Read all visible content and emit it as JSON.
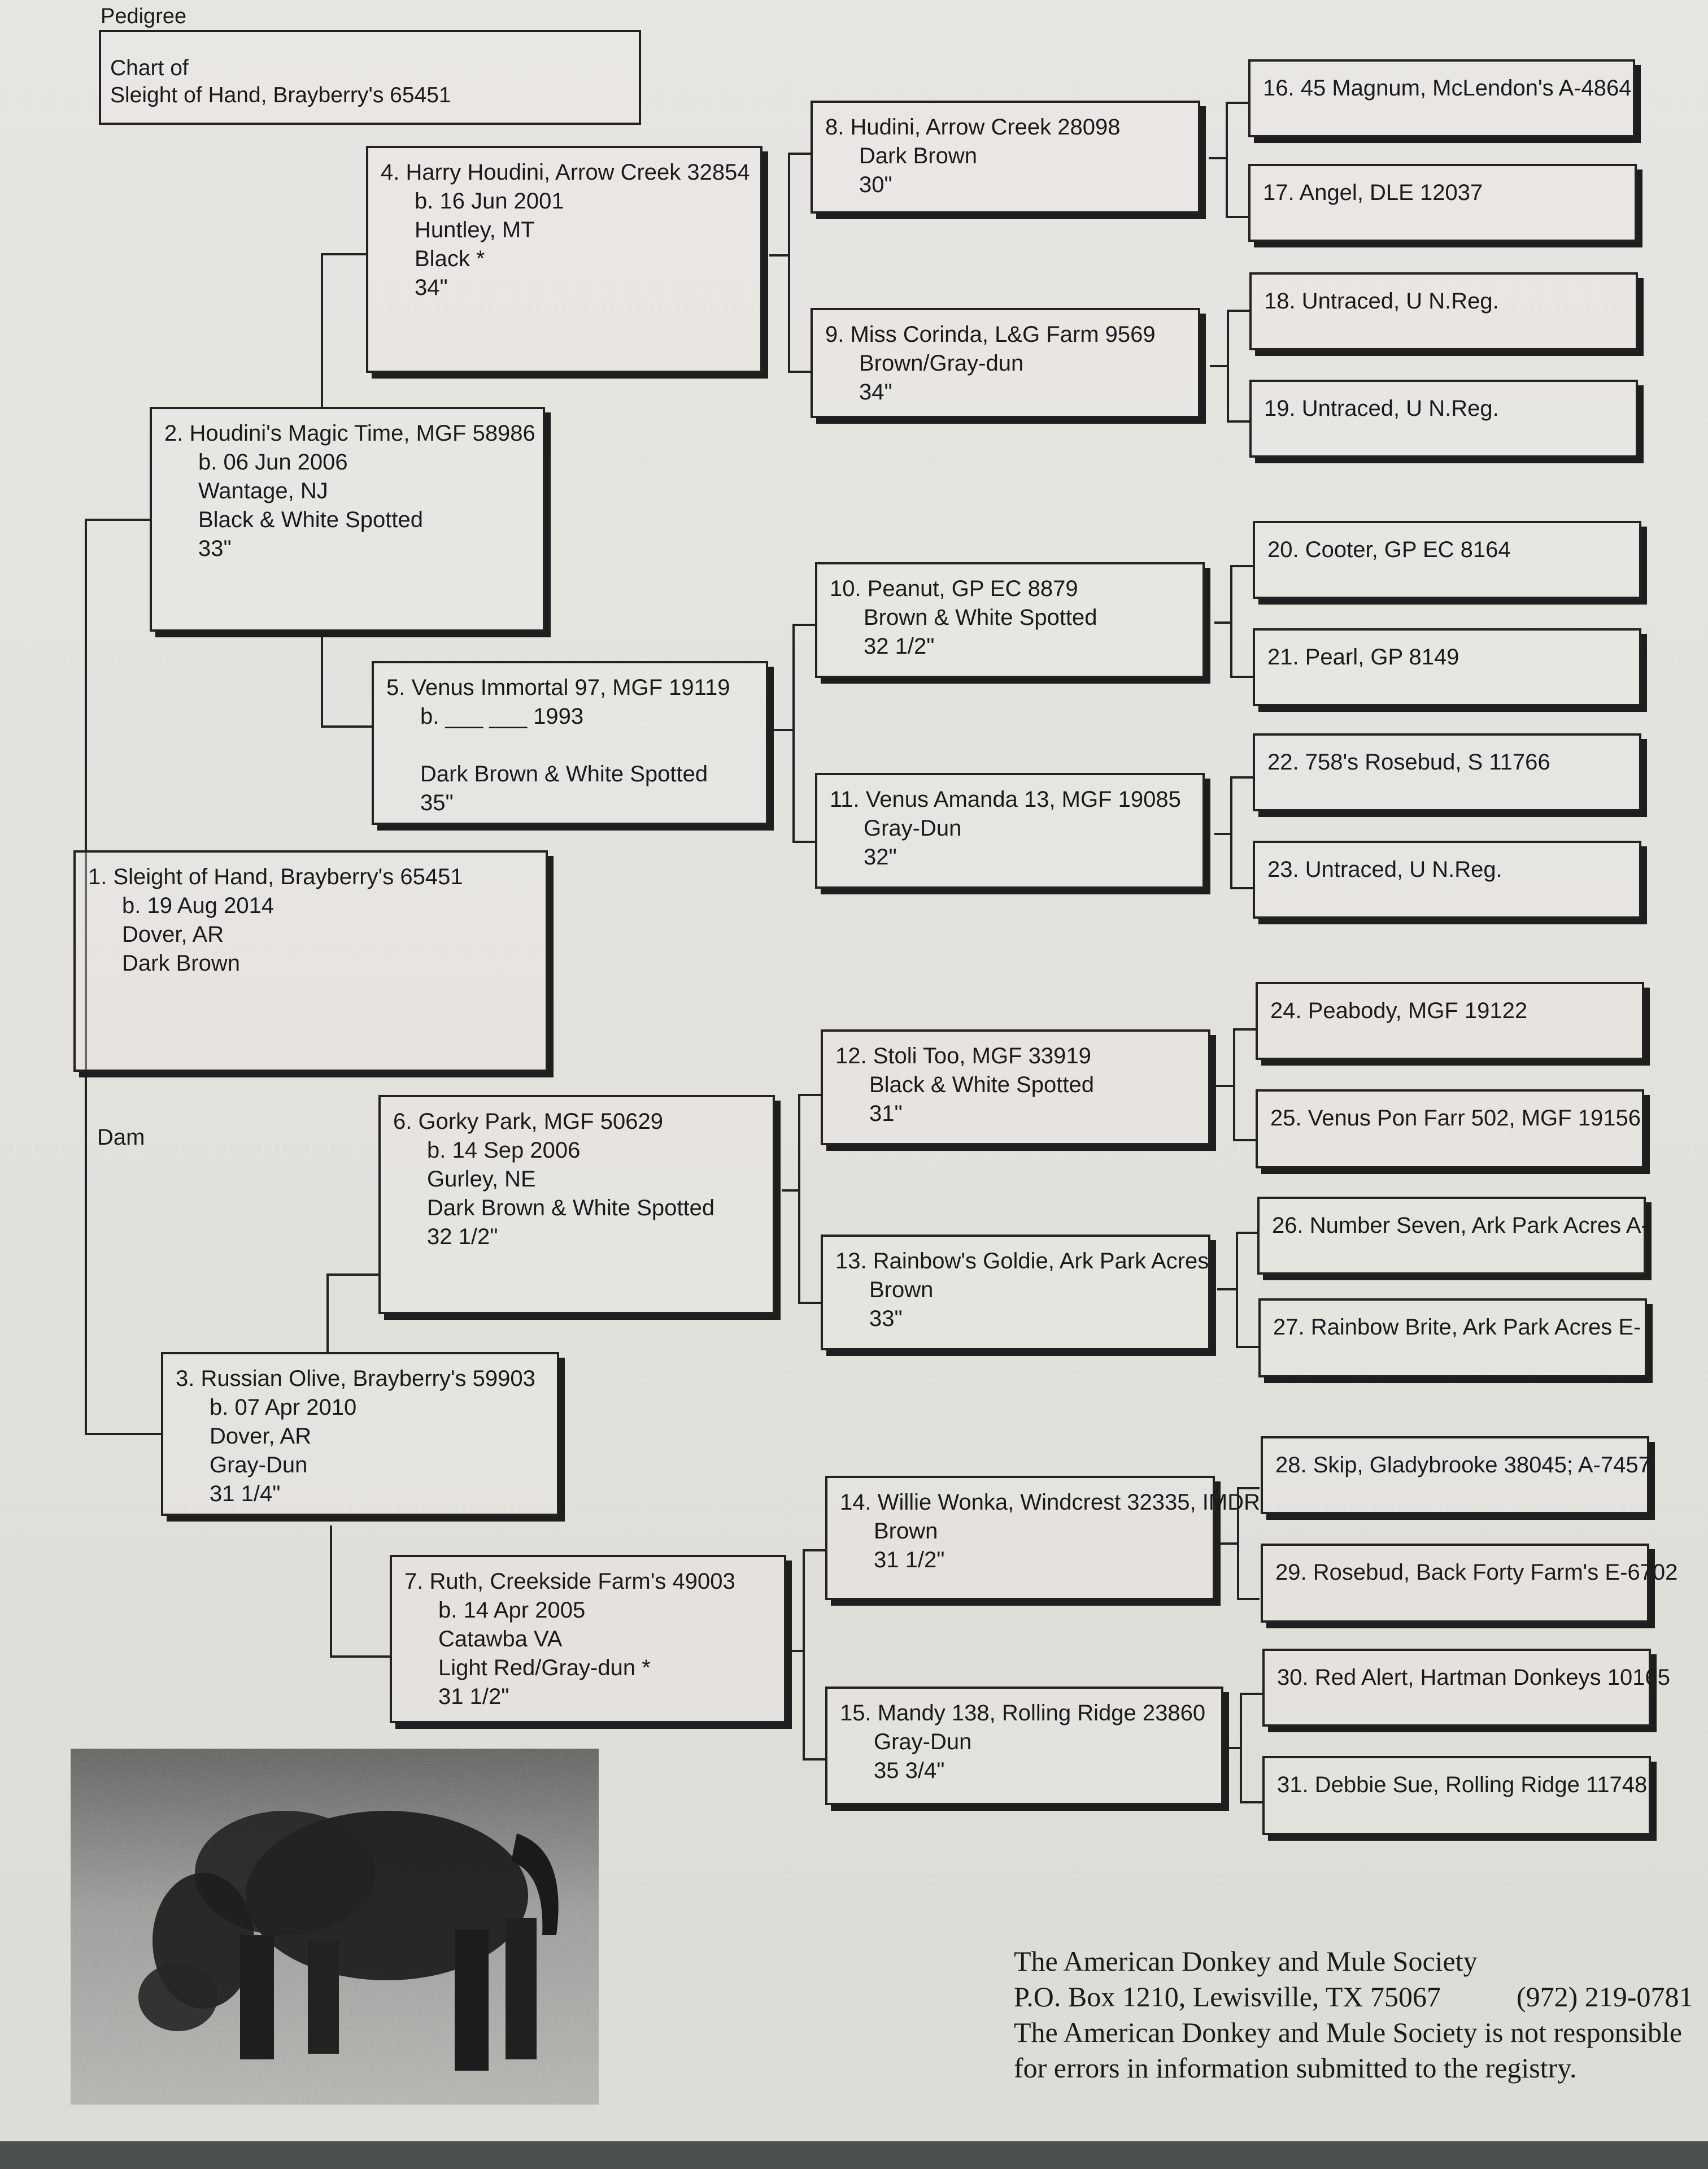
{
  "header": {
    "page_label": "Pedigree",
    "chart_label": "Chart of",
    "chart_name": "Sleight of Hand, Brayberry's 65451"
  },
  "dam_label": "Dam",
  "animals": [
    {
      "n": 1,
      "name": "1. Sleight of Hand, Brayberry's 65451",
      "details": [
        "b. 19 Aug 2014",
        "Dover, AR",
        "Dark Brown"
      ]
    },
    {
      "n": 2,
      "name": "2. Houdini's Magic Time, MGF 58986",
      "details": [
        "b. 06 Jun 2006",
        "Wantage, NJ",
        "Black & White Spotted",
        "33\""
      ]
    },
    {
      "n": 3,
      "name": "3. Russian Olive, Brayberry's 59903",
      "details": [
        "b. 07 Apr 2010",
        "Dover, AR",
        "Gray-Dun",
        "31 1/4\""
      ]
    },
    {
      "n": 4,
      "name": "4. Harry Houdini, Arrow Creek 32854",
      "details": [
        "b. 16 Jun 2001",
        "Huntley, MT",
        "Black *",
        "34\""
      ]
    },
    {
      "n": 5,
      "name": "5. Venus Immortal 97, MGF 19119",
      "details": [
        "b. ___ ___ 1993",
        "",
        "Dark Brown & White Spotted",
        "35\""
      ]
    },
    {
      "n": 6,
      "name": "6. Gorky Park, MGF 50629",
      "details": [
        "b. 14 Sep 2006",
        "Gurley, NE",
        "Dark Brown & White Spotted",
        "32 1/2\""
      ]
    },
    {
      "n": 7,
      "name": "7. Ruth, Creekside Farm's 49003",
      "details": [
        "b. 14 Apr 2005",
        "Catawba VA",
        "Light Red/Gray-dun *",
        "31 1/2\""
      ]
    },
    {
      "n": 8,
      "name": "8. Hudini, Arrow Creek 28098",
      "details": [
        "Dark Brown",
        "30\""
      ]
    },
    {
      "n": 9,
      "name": "9. Miss Corinda, L&G Farm 9569",
      "details": [
        "Brown/Gray-dun",
        "34\""
      ]
    },
    {
      "n": 10,
      "name": "10. Peanut, GP EC 8879",
      "details": [
        "Brown & White Spotted",
        "32 1/2\""
      ]
    },
    {
      "n": 11,
      "name": "11. Venus Amanda 13, MGF 19085",
      "details": [
        "Gray-Dun",
        "32\""
      ]
    },
    {
      "n": 12,
      "name": "12. Stoli Too, MGF 33919",
      "details": [
        "Black & White Spotted",
        "31\""
      ]
    },
    {
      "n": 13,
      "name": "13. Rainbow's Goldie, Ark Park Acres",
      "details": [
        "Brown",
        "33\""
      ]
    },
    {
      "n": 14,
      "name": "14. Willie Wonka, Windcrest 32335, IMDR",
      "details": [
        "Brown",
        "31 1/2\""
      ]
    },
    {
      "n": 15,
      "name": "15. Mandy 138, Rolling Ridge 23860",
      "details": [
        "Gray-Dun",
        "35 3/4\""
      ]
    },
    {
      "n": 16,
      "name": "16. 45 Magnum, McLendon's A-4864",
      "details": []
    },
    {
      "n": 17,
      "name": "17. Angel, DLE 12037",
      "details": []
    },
    {
      "n": 18,
      "name": "18. Untraced, U N.Reg.",
      "details": []
    },
    {
      "n": 19,
      "name": "19. Untraced, U N.Reg.",
      "details": []
    },
    {
      "n": 20,
      "name": "20. Cooter, GP EC 8164",
      "details": []
    },
    {
      "n": 21,
      "name": "21. Pearl, GP 8149",
      "details": []
    },
    {
      "n": 22,
      "name": "22. 758's Rosebud, S 11766",
      "details": []
    },
    {
      "n": 23,
      "name": "23. Untraced, U N.Reg.",
      "details": []
    },
    {
      "n": 24,
      "name": "24. Peabody, MGF 19122",
      "details": []
    },
    {
      "n": 25,
      "name": "25. Venus Pon Farr 502, MGF 19156",
      "details": []
    },
    {
      "n": 26,
      "name": "26. Number Seven, Ark Park Acres A-",
      "details": []
    },
    {
      "n": 27,
      "name": "27. Rainbow Brite, Ark Park Acres E-",
      "details": []
    },
    {
      "n": 28,
      "name": "28. Skip, Gladybrooke 38045; A-7457",
      "details": []
    },
    {
      "n": 29,
      "name": "29. Rosebud, Back Forty Farm's E-6702",
      "details": []
    },
    {
      "n": 30,
      "name": "30. Red Alert, Hartman Donkeys 10165",
      "details": []
    },
    {
      "n": 31,
      "name": "31. Debbie Sue, Rolling Ridge 11748",
      "details": []
    }
  ],
  "footer": {
    "org": "The American Donkey and Mule Society",
    "address": "P.O. Box 1210, Lewisville, TX 75067",
    "phone": "(972) 219-0781",
    "disclaimer_1": "The American Donkey and Mule Society is not responsible",
    "disclaimer_2": "for errors in information submitted to the registry."
  }
}
